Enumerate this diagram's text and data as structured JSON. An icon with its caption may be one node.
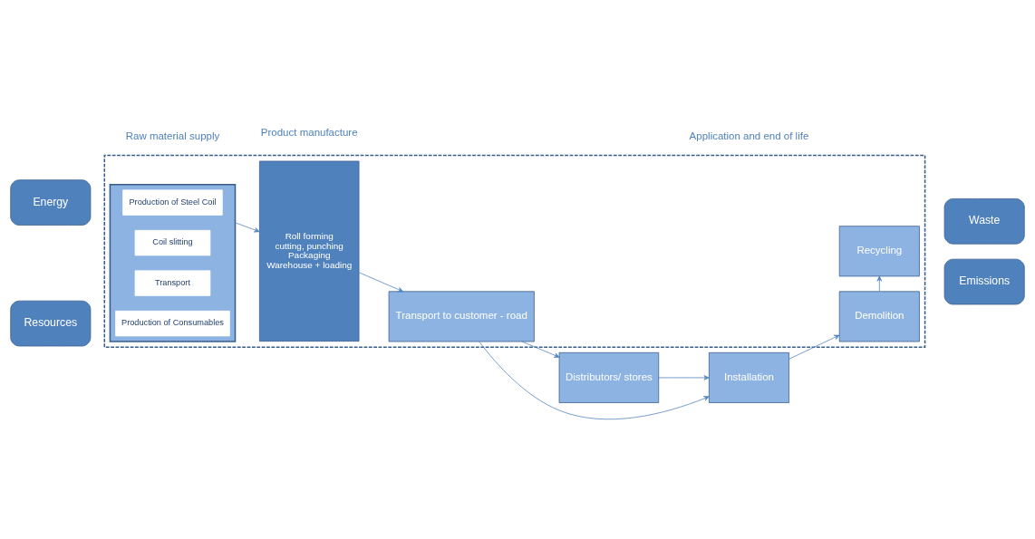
{
  "diagram": {
    "nodes": [
      {
        "text": [
          "Energy"
        ]
      },
      {
        "text": [
          "Resources"
        ]
      },
      {
        "text": [],
        "shape": "box"
      },
      {
        "text": [],
        "shape": "box",
        "in": 2
      },
      {
        "text": [
          "Production of Steel Coil"
        ],
        "in": 3
      },
      {
        "text": [
          "Coil slitting"
        ],
        "in": 3
      },
      {
        "text": [
          "Transport"
        ],
        "in": 3
      },
      {
        "text": [
          "Production of Consumables"
        ],
        "in": 3
      },
      {
        "text": [
          "Roll forming",
          "cutting, punching",
          "Packaging",
          "Warehouse + loading"
        ],
        "in": 2
      },
      {
        "text": [
          "Transport to customer - road"
        ],
        "in": 2
      },
      {
        "text": [
          "Distributors/ stores"
        ]
      },
      {
        "text": [
          "Installation"
        ]
      },
      {
        "text": [
          "Demolition"
        ],
        "in": 2
      },
      {
        "text": [
          "Recycling"
        ],
        "in": 2
      },
      {
        "text": [
          "Waste"
        ]
      },
      {
        "text": [
          "Emissions"
        ]
      }
    ],
    "edges": [
      {
        "from": 3,
        "to": 8,
        "arrow": "to"
      },
      {
        "from": 8,
        "to": 9,
        "arrow": "to"
      },
      {
        "from": 9,
        "to": 10,
        "arrow": "to"
      },
      {
        "from": 9,
        "to": 11,
        "arrow": "to"
      },
      {
        "from": 10,
        "to": 11,
        "arrow": "to"
      },
      {
        "from": 11,
        "to": 12,
        "arrow": "to"
      },
      {
        "from": 12,
        "to": 13,
        "arrow": "to"
      }
    ],
    "labels": [
      "Raw material supply",
      "Product manufacture",
      "Application and end of life"
    ]
  }
}
